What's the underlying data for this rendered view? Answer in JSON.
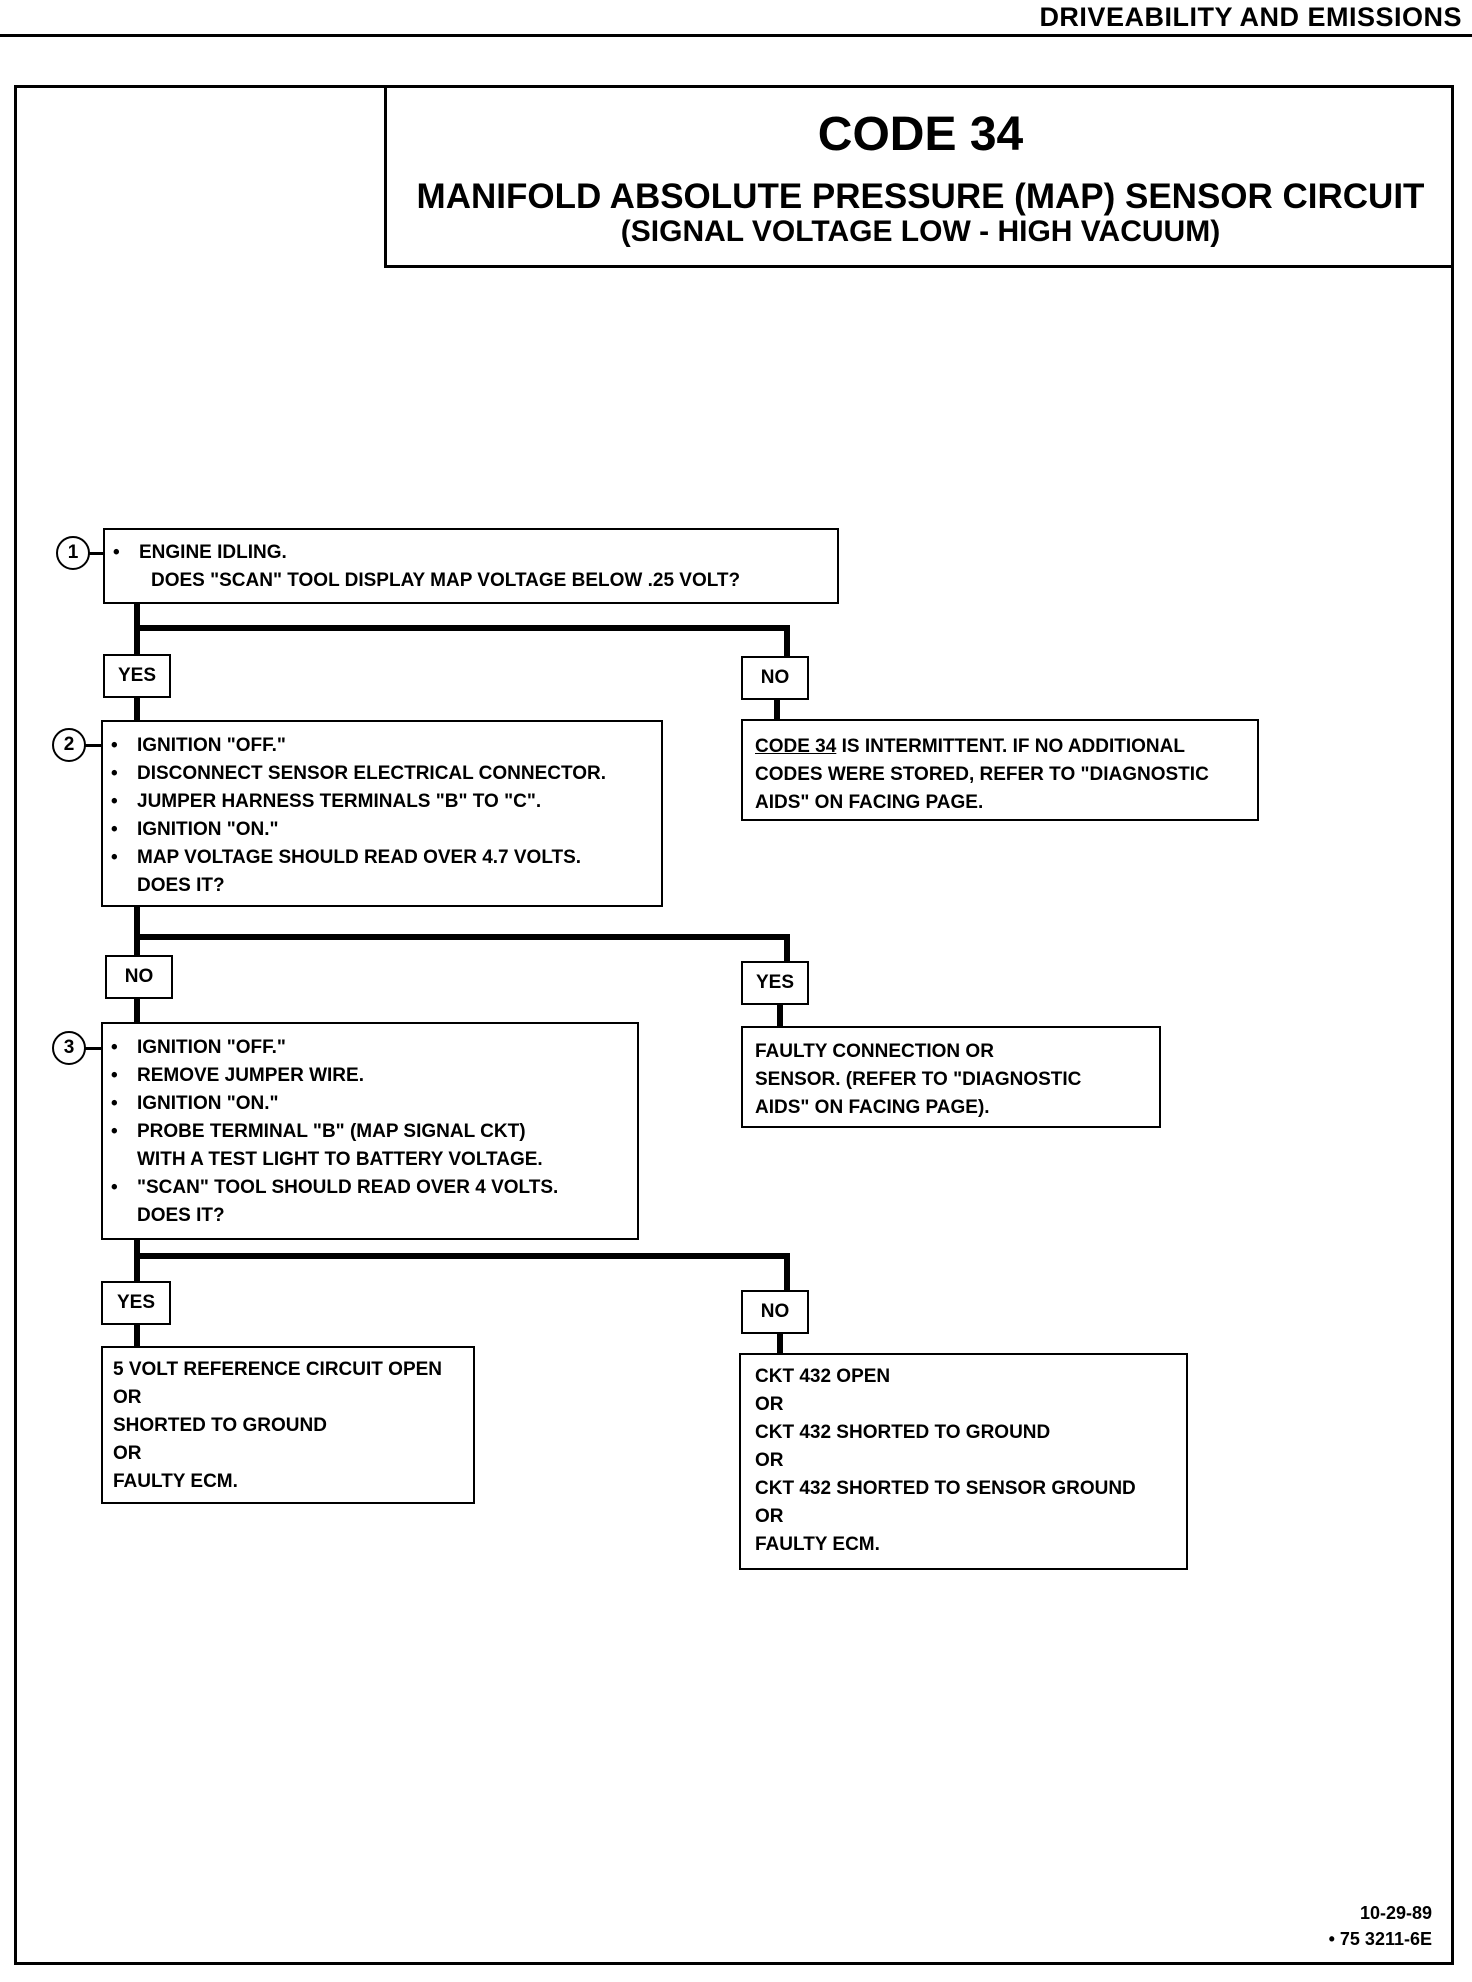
{
  "header": {
    "section_title": "DRIVEABILITY AND EMISSIONS"
  },
  "title_block": {
    "code": "CODE 34",
    "title": "MANIFOLD ABSOLUTE PRESSURE (MAP) SENSOR CIRCUIT",
    "subtitle": "(SIGNAL VOLTAGE LOW - HIGH VACUUM)"
  },
  "steps": [
    {
      "number": "1",
      "lines": [
        "ENGINE IDLING.",
        "DOES \"SCAN\" TOOL DISPLAY MAP VOLTAGE BELOW .25 VOLT?"
      ]
    },
    {
      "number": "2",
      "lines": [
        "IGNITION \"OFF.\"",
        "DISCONNECT SENSOR ELECTRICAL CONNECTOR.",
        "JUMPER HARNESS TERMINALS \"B\" TO \"C\".",
        "IGNITION \"ON.\"",
        "MAP VOLTAGE SHOULD READ OVER 4.7 VOLTS.",
        "DOES IT?"
      ]
    },
    {
      "number": "3",
      "lines": [
        "IGNITION \"OFF.\"",
        "REMOVE JUMPER WIRE.",
        "IGNITION \"ON.\"",
        "PROBE TERMINAL \"B\" (MAP SIGNAL CKT)",
        "WITH A TEST LIGHT TO BATTERY VOLTAGE.",
        "\"SCAN\" TOOL SHOULD READ OVER 4 VOLTS.",
        "DOES IT?"
      ]
    }
  ],
  "branch_labels": {
    "s1_yes": "YES",
    "s1_no": "NO",
    "s2_no": "NO",
    "s2_yes": "YES",
    "s3_yes": "YES",
    "s3_no": "NO"
  },
  "results": {
    "intermittent": {
      "code_ref": "CODE 34",
      "line1_rest": " IS INTERMITTENT.  IF NO ADDITIONAL",
      "line2": "CODES WERE STORED, REFER TO \"DIAGNOSTIC",
      "line3": "AIDS\" ON FACING PAGE."
    },
    "faulty_connection": [
      "FAULTY CONNECTION OR",
      "SENSOR. (REFER TO \"DIAGNOSTIC",
      "AIDS\" ON FACING PAGE)."
    ],
    "reference_open": [
      "5 VOLT REFERENCE CIRCUIT OPEN",
      "OR",
      "SHORTED TO GROUND",
      "OR",
      "FAULTY ECM."
    ],
    "ckt432": [
      "CKT 432 OPEN",
      "OR",
      "CKT 432 SHORTED TO GROUND",
      "OR",
      "CKT 432 SHORTED TO SENSOR GROUND",
      "OR",
      "FAULTY ECM."
    ]
  },
  "footer": {
    "date": "10-29-89",
    "figure_id": "• 75 3211-6E"
  }
}
